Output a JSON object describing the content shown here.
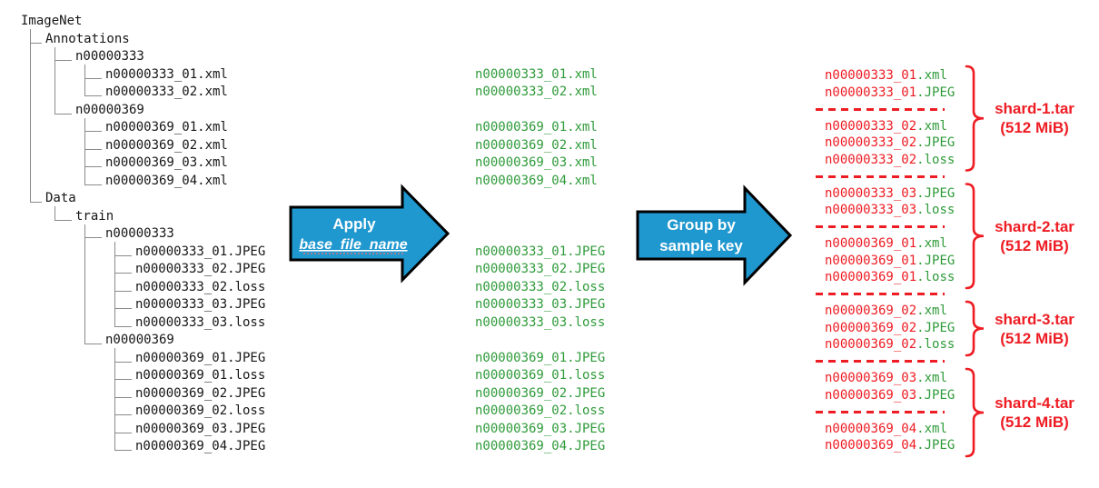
{
  "palette": {
    "red": "#ee1c23",
    "green": "#2f9b3a",
    "blue": "#1f97cf",
    "arrow_border": "#000000",
    "tree_line_gray": "#8a8a8a",
    "text_black": "#161616"
  },
  "tree": {
    "items": [
      {
        "label": "ImageNet",
        "depth": 0
      },
      {
        "label": "Annotations",
        "depth": 1
      },
      {
        "label": "n00000333",
        "depth": 2
      },
      {
        "label": "n00000333_01.xml",
        "depth": 3
      },
      {
        "label": "n00000333_02.xml",
        "depth": 3
      },
      {
        "label": "n00000369",
        "depth": 2
      },
      {
        "label": "n00000369_01.xml",
        "depth": 3
      },
      {
        "label": "n00000369_02.xml",
        "depth": 3
      },
      {
        "label": "n00000369_03.xml",
        "depth": 3
      },
      {
        "label": "n00000369_04.xml",
        "depth": 3
      },
      {
        "label": "Data",
        "depth": 1
      },
      {
        "label": "train",
        "depth": 2
      },
      {
        "label": "n00000333",
        "depth": 3
      },
      {
        "label": "n00000333_01.JPEG",
        "depth": 4
      },
      {
        "label": "n00000333_02.JPEG",
        "depth": 4
      },
      {
        "label": "n00000333_02.loss",
        "depth": 4
      },
      {
        "label": "n00000333_03.JPEG",
        "depth": 4
      },
      {
        "label": "n00000333_03.loss",
        "depth": 4
      },
      {
        "label": "n00000369",
        "depth": 3
      },
      {
        "label": "n00000369_01.JPEG",
        "depth": 4
      },
      {
        "label": "n00000369_01.loss",
        "depth": 4
      },
      {
        "label": "n00000369_02.JPEG",
        "depth": 4
      },
      {
        "label": "n00000369_02.loss",
        "depth": 4
      },
      {
        "label": "n00000369_03.JPEG",
        "depth": 4
      },
      {
        "label": "n00000369_04.JPEG",
        "depth": 4
      }
    ]
  },
  "flattened": {
    "items": [
      "n00000333_01.xml",
      "n00000333_02.xml",
      "n00000369_01.xml",
      "n00000369_02.xml",
      "n00000369_03.xml",
      "n00000369_04.xml",
      "n00000333_01.JPEG",
      "n00000333_02.JPEG",
      "n00000333_02.loss",
      "n00000333_03.JPEG",
      "n00000333_03.loss",
      "n00000369_01.JPEG",
      "n00000369_01.loss",
      "n00000369_02.JPEG",
      "n00000369_02.loss",
      "n00000369_03.JPEG",
      "n00000369_04.JPEG"
    ]
  },
  "arrows": {
    "apply": {
      "line1": "Apply",
      "line2": "base_file_name"
    },
    "group": {
      "line1": "Group by",
      "line2": "sample key"
    }
  },
  "shards": [
    {
      "name": "shard-1.tar",
      "size": "(512 MiB)",
      "groups": [
        [
          "n00000333_01.xml",
          "n00000333_01.JPEG"
        ],
        [
          "n00000333_02.xml",
          "n00000333_02.JPEG",
          "n00000333_02.loss"
        ]
      ]
    },
    {
      "name": "shard-2.tar",
      "size": "(512 MiB)",
      "groups": [
        [
          "n00000333_03.JPEG",
          "n00000333_03.loss"
        ],
        [
          "n00000369_01.xml",
          "n00000369_01.JPEG",
          "n00000369_01.loss"
        ]
      ]
    },
    {
      "name": "shard-3.tar",
      "size": "(512 MiB)",
      "groups": [
        [
          "n00000369_02.xml",
          "n00000369_02.JPEG",
          "n00000369_02.loss"
        ]
      ]
    },
    {
      "name": "shard-4.tar",
      "size": "(512 MiB)",
      "groups": [
        [
          "n00000369_03.xml",
          "n00000369_03.JPEG"
        ],
        [
          "n00000369_04.xml",
          "n00000369_04.JPEG"
        ]
      ]
    }
  ]
}
